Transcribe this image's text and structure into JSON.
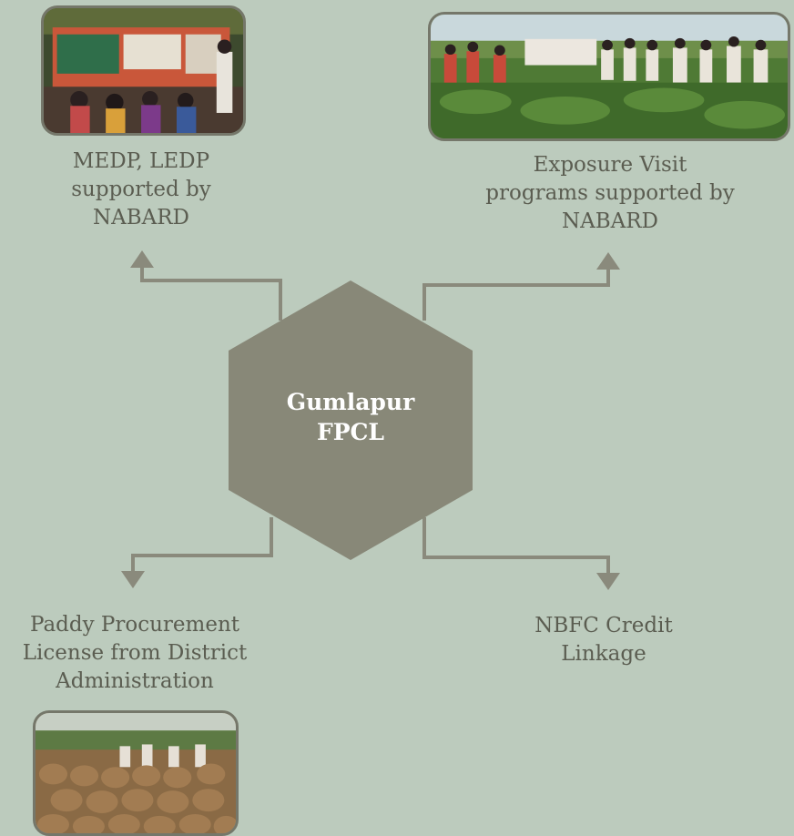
{
  "center": {
    "line1": "Gumlapur",
    "line2": "FPCL"
  },
  "branches": [
    {
      "id": "medp",
      "lines": [
        "MEDP, LEDP",
        "supported by",
        "NABARD"
      ],
      "photo": "training-meeting-photo"
    },
    {
      "id": "exposure",
      "lines": [
        "Exposure Visit",
        "programs supported by",
        "NABARD"
      ],
      "photo": "field-visit-photo"
    },
    {
      "id": "paddy",
      "lines": [
        "Paddy Procurement",
        "License from District",
        "Administration"
      ],
      "photo": "paddy-sacks-photo"
    },
    {
      "id": "nbfc",
      "lines": [
        "NBFC Credit",
        "Linkage"
      ]
    }
  ],
  "colors": {
    "background": "#bccbbd",
    "hexagon": "#888878",
    "connector": "#8a8a7c",
    "text": "#5b5d51",
    "photo_border": "#75776a"
  }
}
